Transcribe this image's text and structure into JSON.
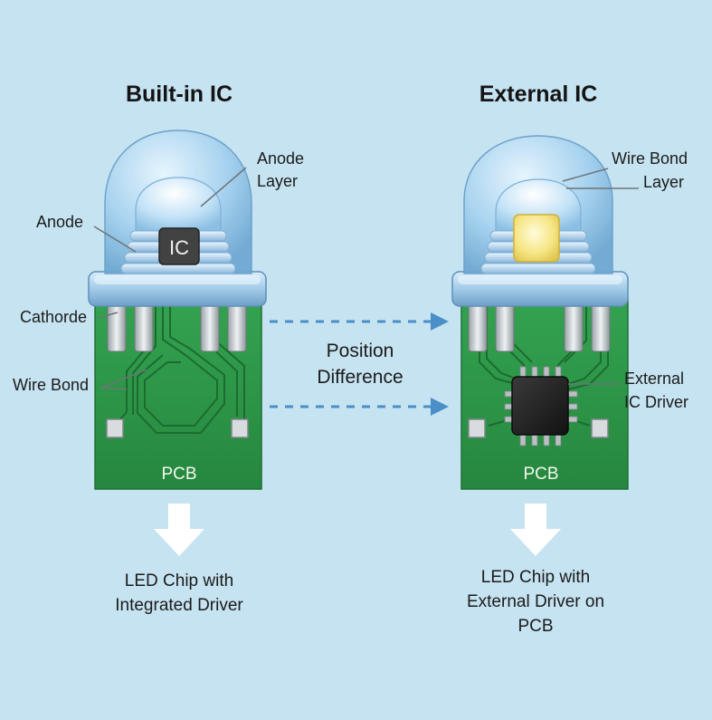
{
  "left": {
    "title": "Built-in IC",
    "chip_text": "IC",
    "labels": {
      "anode_layer_1": "Anode",
      "anode_layer_2": "Layer",
      "anode": "Anode",
      "cathorde": "Cathorde",
      "wire_bond": "Wire Bond"
    },
    "pcb": "PCB",
    "bottom_1": "LED Chip with",
    "bottom_2": "Integrated Driver"
  },
  "right": {
    "title": "External IC",
    "labels": {
      "wire_bond_1": "Wire Bond",
      "wire_bond_2": "Layer",
      "ext_1": "External",
      "ext_2": "IC Driver"
    },
    "pcb": "PCB",
    "bottom_1": "LED Chip with",
    "bottom_2": "External Driver on",
    "bottom_3": "PCB"
  },
  "middle": {
    "line_1": "Position",
    "line_2": "Difference"
  },
  "colors": {
    "background": "#c6e3f1",
    "pcb_green": "#2e9a4a",
    "dome_blue": "#9fcdec",
    "arrow_blue": "#4a8fc8",
    "chip_black": "#1c1c1c",
    "led_yellow": "#f4e27a"
  }
}
